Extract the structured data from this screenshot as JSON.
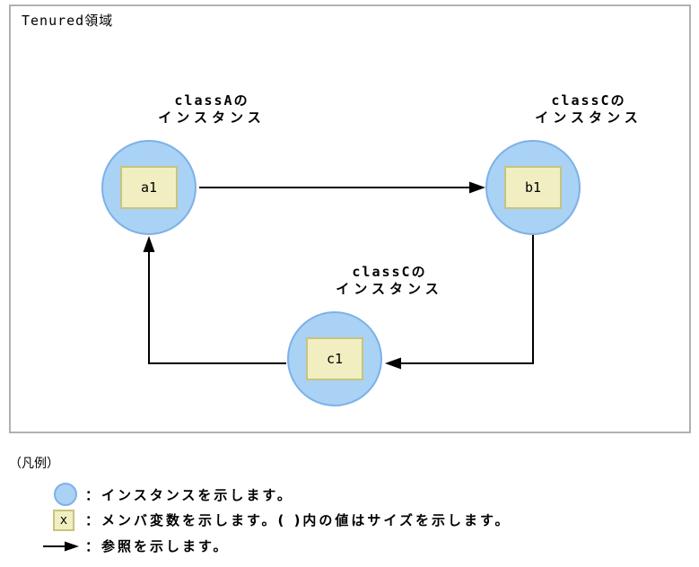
{
  "colors": {
    "instance_fill": "#a9d2f4",
    "instance_border": "#7db1e8",
    "member_fill": "#f1efc1",
    "member_border": "#c6c47e",
    "arrow": "#000000",
    "area_border": "#b1b1b1"
  },
  "diagram": {
    "area_title": "Tenured領域",
    "nodes": [
      {
        "label_line1": "classAの",
        "label_line2": "インスタンス",
        "member": "a1"
      },
      {
        "label_line1": "classCの",
        "label_line2": "インスタンス",
        "member": "b1"
      },
      {
        "label_line1": "classCの",
        "label_line2": "インスタンス",
        "member": "c1"
      }
    ],
    "references": [
      {
        "from": "a1",
        "to": "b1"
      },
      {
        "from": "b1",
        "to": "c1"
      },
      {
        "from": "c1",
        "to": "a1"
      }
    ]
  },
  "legend": {
    "heading": "（凡例）",
    "items": [
      {
        "icon": "instance-circle-icon",
        "text": "：インスタンスを示します。"
      },
      {
        "icon": "member-variable-icon",
        "icon_label": "x",
        "text": "：メンバ変数を示します。( )内の値はサイズを示します。"
      },
      {
        "icon": "reference-arrow-icon",
        "text": "：参照を示します。"
      }
    ]
  }
}
